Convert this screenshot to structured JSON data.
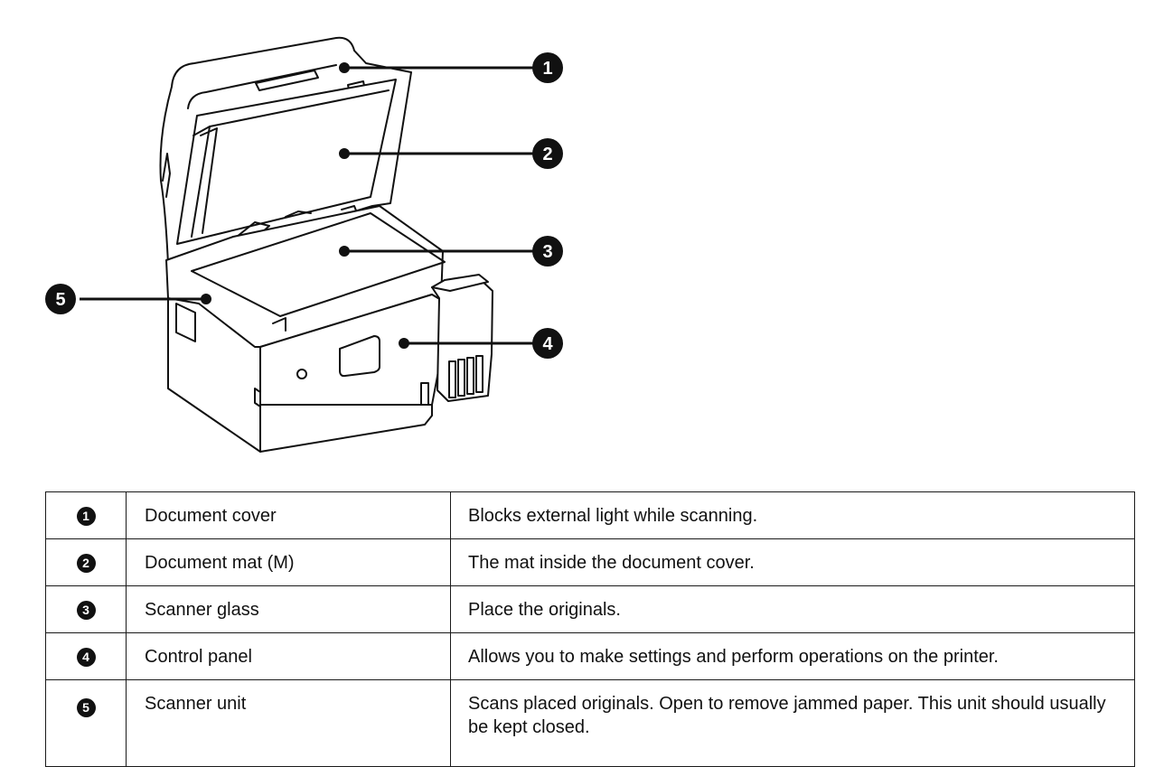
{
  "callouts": [
    "1",
    "2",
    "3",
    "4",
    "5"
  ],
  "parts": [
    {
      "num": "1",
      "name": "Document cover",
      "desc": "Blocks external light while scanning."
    },
    {
      "num": "2",
      "name": "Document mat (M)",
      "desc": "The mat inside the document cover."
    },
    {
      "num": "3",
      "name": "Scanner glass",
      "desc": "Place the originals."
    },
    {
      "num": "4",
      "name": "Control panel",
      "desc": "Allows you to make settings and perform operations on the printer."
    },
    {
      "num": "5",
      "name": "Scanner unit",
      "desc": "Scans placed originals. Open to remove jammed paper. This unit should usually be kept closed."
    }
  ]
}
